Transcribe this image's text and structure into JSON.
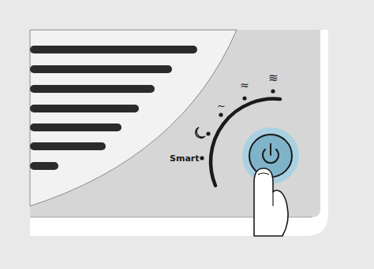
{
  "diagram": {
    "labels": [
      "Smart",
      "~",
      "≈",
      "≋"
    ]
  }
}
